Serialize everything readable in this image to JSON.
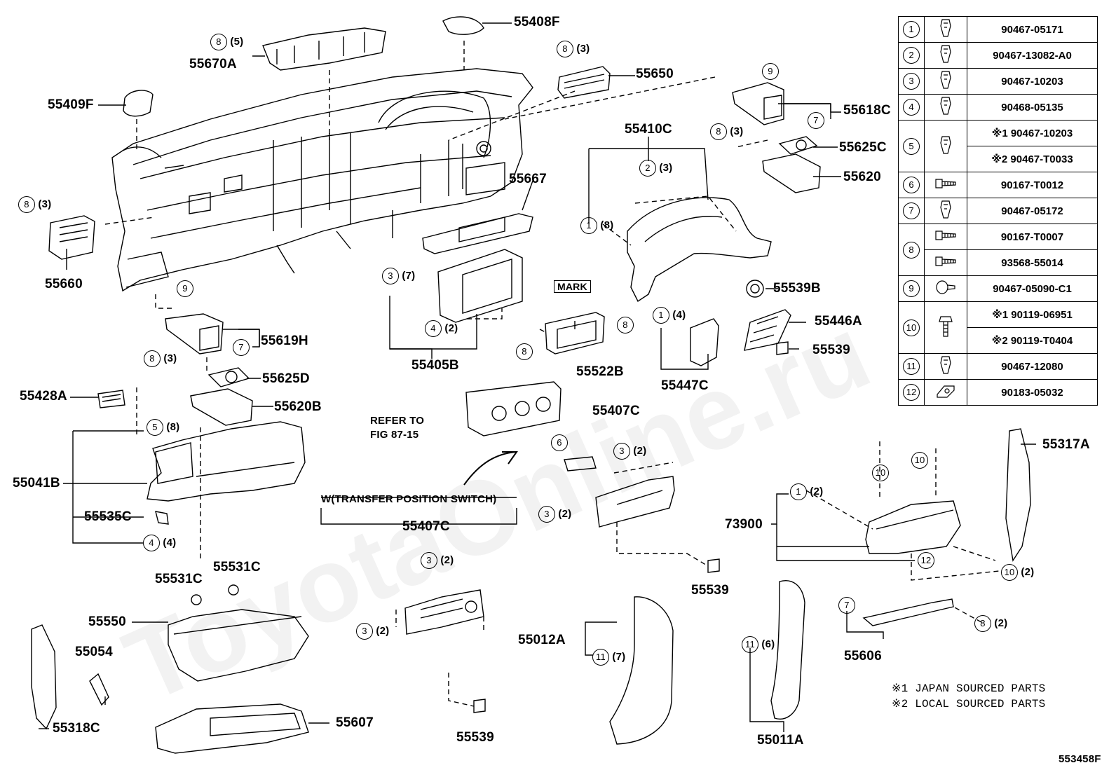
{
  "diagram_id": "553458F",
  "watermark": "ToyotaOnline.ru",
  "labels": {
    "l55408F": "55408F",
    "l55670A": "55670A",
    "l55650": "55650",
    "l55409F": "55409F",
    "l55618C": "55618C",
    "l55410C": "55410C",
    "l55625C": "55625C",
    "l55620": "55620",
    "l55667": "55667",
    "l55660": "55660",
    "l55619H": "55619H",
    "l55405B": "55405B",
    "l55522B": "55522B",
    "l55539B": "55539B",
    "l55446A": "55446A",
    "l55539a": "55539",
    "l55447C": "55447C",
    "l55625D": "55625D",
    "l55620B": "55620B",
    "l55428A": "55428A",
    "l55407Ca": "55407C",
    "l55041B": "55041B",
    "l55535C": "55535C",
    "l55317A": "55317A",
    "l73900": "73900",
    "l55407Cb": "55407C",
    "l55539b": "55539",
    "l55531Ca": "55531C",
    "l55531Cb": "55531C",
    "l55550": "55550",
    "l55054": "55054",
    "l55012A": "55012A",
    "l55606": "55606",
    "l55607": "55607",
    "l55539c": "55539",
    "l55318C": "55318C",
    "l55011A": "55011A",
    "refer1": "REFER TO",
    "refer2": "FIG 87-15",
    "transfer": "W(TRANSFER POSITION SWITCH)",
    "mark": "MARK",
    "note1": "※1  JAPAN SOURCED PARTS",
    "note2": "※2  LOCAL SOURCED PARTS"
  },
  "callouts": {
    "c8_55670A": "(5)",
    "c8_55650": "(3)",
    "c9_55618C": "",
    "c7_55618C": "",
    "c8_55625C": "(3)",
    "c2_55410C": "(3)",
    "c1_55410C": "(8)",
    "c8_55660": "(3)",
    "c9_55619H": "",
    "c7_55619H": "",
    "c8_55625D": "(3)",
    "c3_55405B": "(7)",
    "c4_55405B": "(2)",
    "c8_55522Ba": "",
    "c8_55522Bb": "",
    "c1_55447C": "(4)",
    "c5_55041B": "(8)",
    "c4_55041B": "(4)",
    "c6_55407C": "",
    "c3a_55407C": "(2)",
    "c3b_55407C": "(2)",
    "c3a_55407Cb": "(2)",
    "c3b_55407Cb": "(2)",
    "c10a_73900": "",
    "c10b_73900": "",
    "c1_73900": "(2)",
    "c12_73900": "",
    "c10c_73900": "(2)",
    "c11_55012A": "(7)",
    "c11_55011A": "(6)",
    "c7_55606": "",
    "c8_55606": "(2)"
  },
  "parts_table": [
    {
      "num": "1",
      "icon": "clip-icon",
      "part": "90467-05171"
    },
    {
      "num": "2",
      "icon": "clip-icon",
      "part": "90467-13082-A0"
    },
    {
      "num": "3",
      "icon": "clip-icon",
      "part": "90467-10203"
    },
    {
      "num": "4",
      "icon": "clip-icon",
      "part": "90468-05135"
    },
    {
      "num": "5",
      "icon": "clip-icon",
      "part": "※1 90467-10203"
    },
    {
      "num": "",
      "icon": "",
      "part": "※2 90467-T0033"
    },
    {
      "num": "6",
      "icon": "screw-icon",
      "part": "90167-T0012"
    },
    {
      "num": "7",
      "icon": "clip-icon",
      "part": "90467-05172"
    },
    {
      "num": "8",
      "icon": "screw-icon",
      "part": "90167-T0007"
    },
    {
      "num": "",
      "icon": "screw-icon",
      "part": "93568-55014"
    },
    {
      "num": "9",
      "icon": "pin-icon",
      "part": "90467-05090-C1"
    },
    {
      "num": "10",
      "icon": "bolt-icon",
      "part": "※1 90119-06951"
    },
    {
      "num": "",
      "icon": "",
      "part": "※2 90119-T0404"
    },
    {
      "num": "11",
      "icon": "clip-icon",
      "part": "90467-12080"
    },
    {
      "num": "12",
      "icon": "nut-icon",
      "part": "90183-05032"
    }
  ]
}
